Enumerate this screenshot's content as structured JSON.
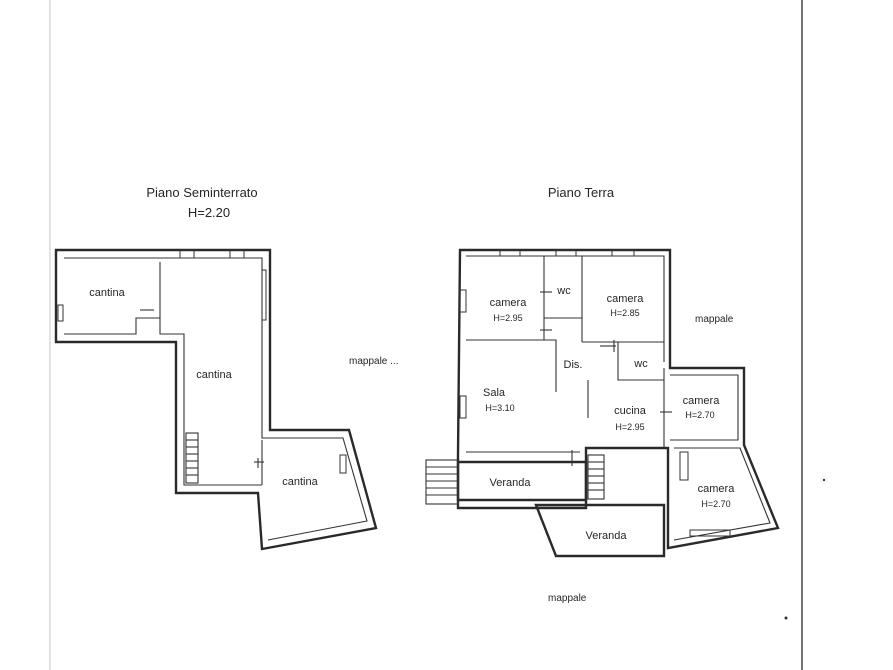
{
  "floors": {
    "seminterrato": {
      "title": "Piano Seminterrato",
      "height": "H=2.20",
      "rooms": [
        {
          "id": "cantina-1",
          "name": "cantina"
        },
        {
          "id": "cantina-2",
          "name": "cantina"
        },
        {
          "id": "cantina-3",
          "name": "cantina"
        }
      ],
      "neighbor": "mappale ..."
    },
    "terra": {
      "title": "Piano Terra",
      "rooms": [
        {
          "id": "camera-1",
          "name": "camera",
          "height": "H=2.95"
        },
        {
          "id": "wc-1",
          "name": "wc"
        },
        {
          "id": "camera-2",
          "name": "camera",
          "height": "H=2.85"
        },
        {
          "id": "dis",
          "name": "Dis."
        },
        {
          "id": "wc-2",
          "name": "wc"
        },
        {
          "id": "sala",
          "name": "Sala",
          "height": "H=3.10"
        },
        {
          "id": "cucina",
          "name": "cucina",
          "height": "H=2.95"
        },
        {
          "id": "camera-3",
          "name": "camera",
          "height": "H=2.70"
        },
        {
          "id": "camera-4",
          "name": "camera",
          "height": "H=2.70"
        },
        {
          "id": "veranda-1",
          "name": "Veranda"
        },
        {
          "id": "veranda-2",
          "name": "Veranda"
        }
      ],
      "neighbors": [
        "mappale",
        "mappale"
      ]
    }
  }
}
